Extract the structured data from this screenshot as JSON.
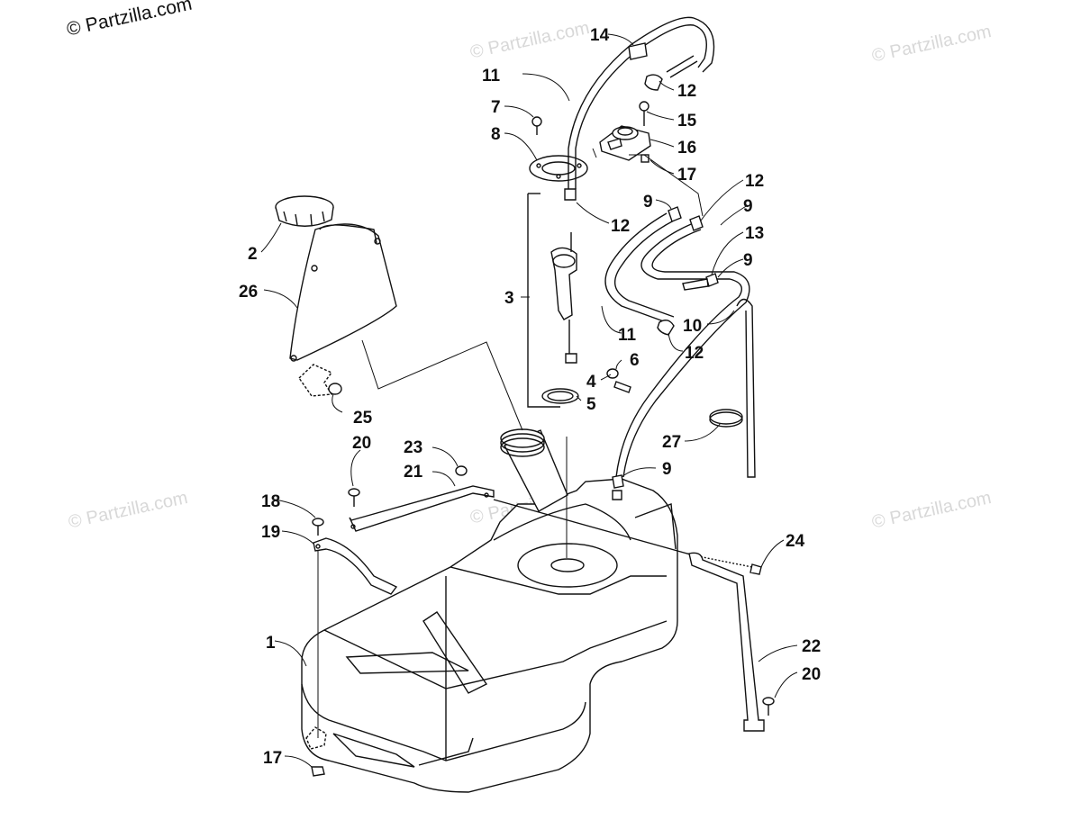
{
  "copyright": "© Partzilla.com",
  "watermark": "© Partzilla.com",
  "callouts": [
    "1",
    "2",
    "3",
    "4",
    "5",
    "6",
    "7",
    "8",
    "9",
    "10",
    "11",
    "12",
    "13",
    "14",
    "15",
    "16",
    "17",
    "18",
    "19",
    "20",
    "21",
    "22",
    "23",
    "24",
    "25",
    "26",
    "27"
  ]
}
